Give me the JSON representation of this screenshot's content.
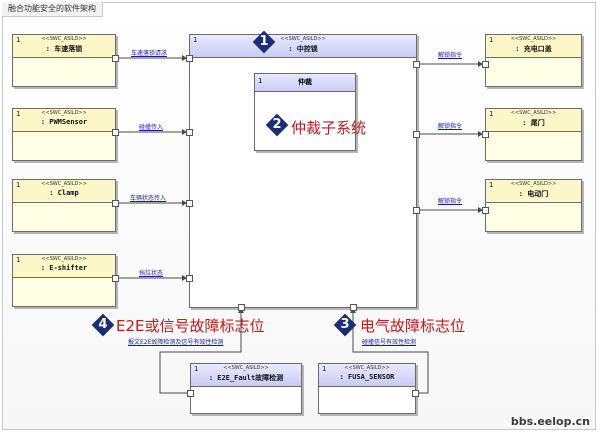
{
  "diagram": {
    "title": "融合功能安全的软件架构",
    "watermark": "bbs.eelop.cn",
    "stereotype": "<<SWC_ASILD>>",
    "instance_count": "1",
    "central": {
      "name": ": 中控锁"
    },
    "arbiter": {
      "name": "仲裁"
    },
    "left_components": [
      {
        "name": ": 车速落锁",
        "connector_label": "车速落锁请求"
      },
      {
        "name": ": PWMSensor",
        "connector_label": "碰撞传入"
      },
      {
        "name": ": Clamp",
        "connector_label": "车辆状态传入"
      },
      {
        "name": ": E-shifter",
        "connector_label": "挡位状态"
      }
    ],
    "right_components": [
      {
        "name": ": 充电口盖",
        "connector_label": "解锁指令"
      },
      {
        "name": ": 尾门",
        "connector_label": "解锁指令"
      },
      {
        "name": ": 电动门",
        "connector_label": "解锁指令"
      }
    ],
    "bottom_components": [
      {
        "name": ": E2E_Fault故障检测",
        "connector_label": "报文E2E故障检测及信号有效性检测"
      },
      {
        "name": ": FUSA_SENSOR",
        "connector_label": "碰撞信号有效性检测"
      }
    ],
    "annotations": [
      {
        "number": "1",
        "text": ""
      },
      {
        "number": "2",
        "text": "仲裁子系统"
      },
      {
        "number": "3",
        "text": "电气故障标志位"
      },
      {
        "number": "4",
        "text": "E2E或信号故障标志位"
      }
    ],
    "colors": {
      "annotation_marker": "#1b2d78",
      "annotation_text": "#c41a1a",
      "link_text": "#1a1aa6"
    }
  }
}
